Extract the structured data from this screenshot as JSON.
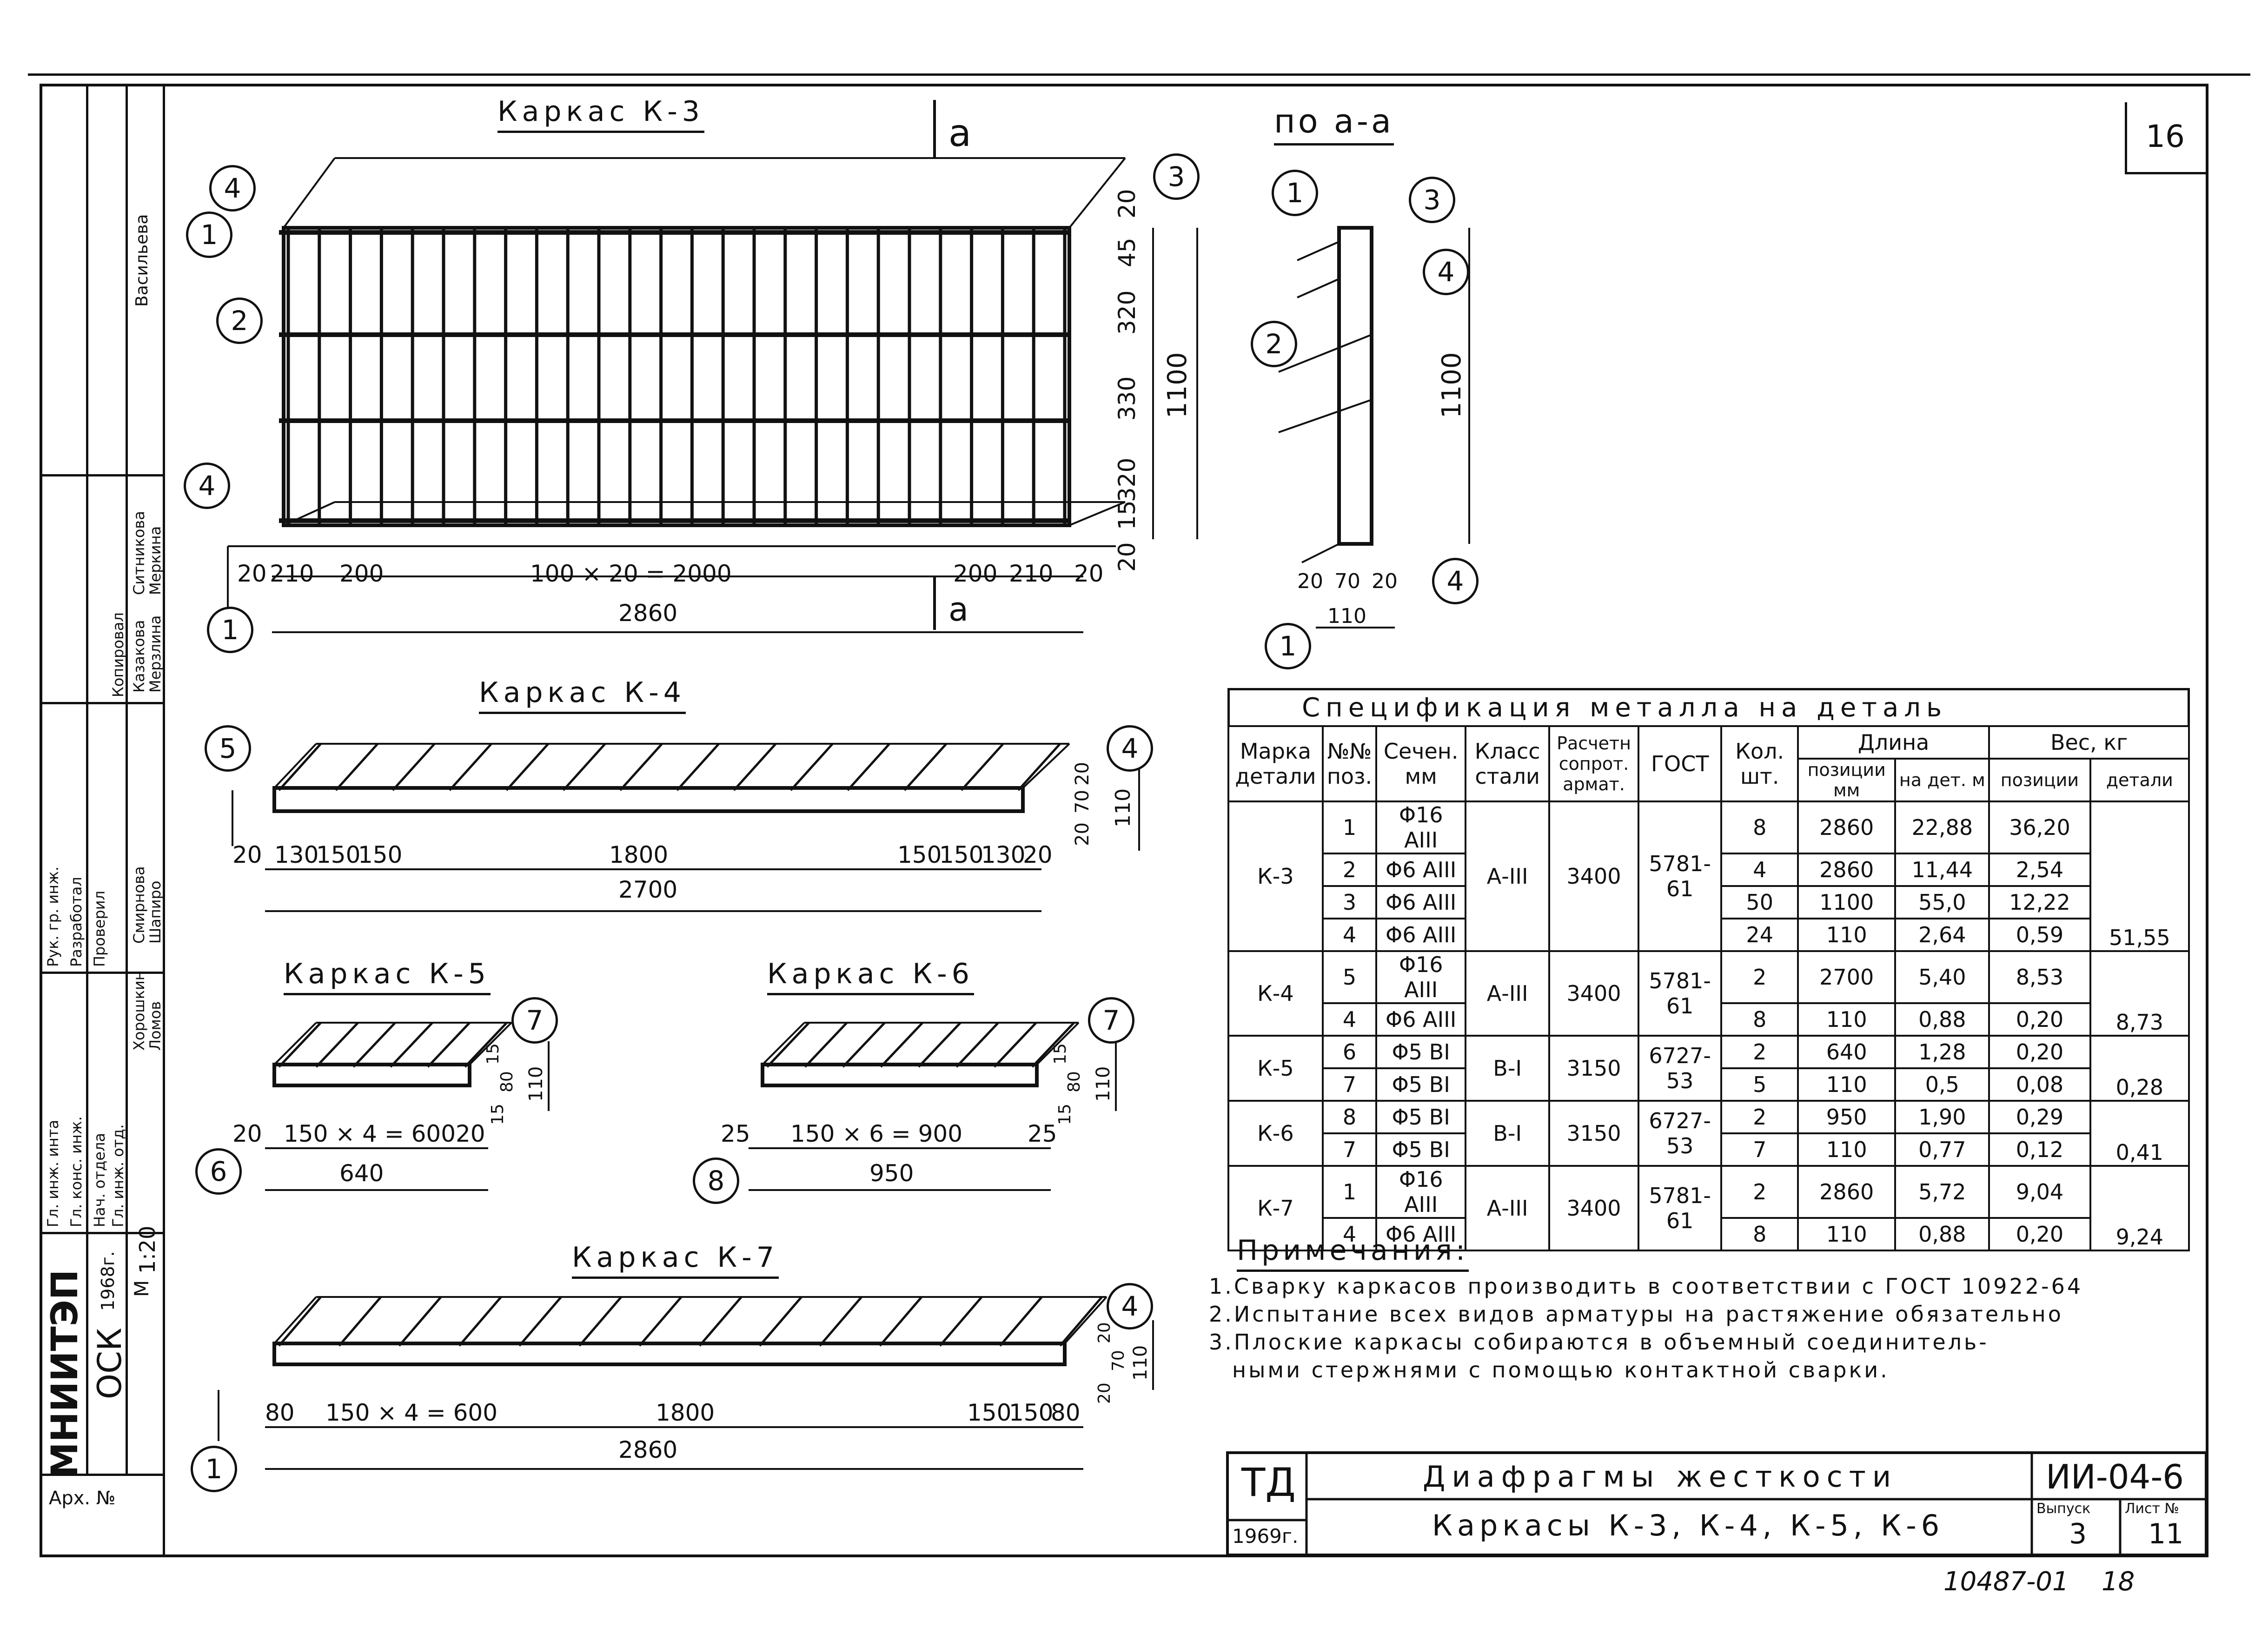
{
  "sheet_number": "16",
  "footer_code": "10487-01",
  "footer_page": "18",
  "k3": {
    "title": "Каркас К-3",
    "section_mark": "a",
    "dims_bottom": [
      "20",
      "210",
      "200",
      "100 × 20 = 2000",
      "200",
      "210",
      "20"
    ],
    "length": "2860",
    "dims_right": [
      "20",
      "45",
      "320",
      "330",
      "320",
      "15",
      "20"
    ],
    "height": "1100",
    "bubbles": [
      "1",
      "2",
      "3",
      "4",
      "4",
      "1"
    ]
  },
  "section": {
    "title": "по а-а",
    "height": "1100",
    "dims_bottom": [
      "20",
      "70",
      "20"
    ],
    "width": "110",
    "bubbles": [
      "1",
      "2",
      "3",
      "4",
      "4",
      "1"
    ]
  },
  "k4": {
    "title": "Каркас К-4",
    "dims_bottom": [
      "20",
      "130",
      "150",
      "150",
      "1800",
      "150",
      "150",
      "130",
      "20"
    ],
    "length": "2700",
    "dims_right": [
      "20",
      "70",
      "20"
    ],
    "height": "110",
    "bubbles": [
      "5",
      "4"
    ]
  },
  "k5": {
    "title": "Каркас К-5",
    "dims_bottom": [
      "20",
      "150 × 4 = 600",
      "20"
    ],
    "length": "640",
    "dims_right": [
      "15",
      "80",
      "15"
    ],
    "height": "110",
    "bubbles": [
      "7",
      "6"
    ]
  },
  "k6": {
    "title": "Каркас К-6",
    "dims_bottom": [
      "25",
      "150 × 6 = 900",
      "25"
    ],
    "length": "950",
    "dims_right": [
      "15",
      "80",
      "15"
    ],
    "height": "110",
    "bubbles": [
      "7",
      "8"
    ]
  },
  "k7": {
    "title": "Каркас К-7",
    "dims_bottom": [
      "80",
      "150 × 4 = 600",
      "1800",
      "150",
      "150",
      "80"
    ],
    "length": "2860",
    "dims_right": [
      "20",
      "70",
      "20"
    ],
    "height": "110",
    "bubbles": [
      "4",
      "1"
    ]
  },
  "spec": {
    "title": "Спецификация металла на деталь",
    "headers": {
      "mark": "Марка детали",
      "pos": "№№ поз.",
      "section": "Сечен. мм",
      "steel_class": "Класс стали",
      "resist": "Расчетн сопрот. армат.",
      "gost": "ГОСТ",
      "qty": "Кол. шт.",
      "length": "Длина",
      "length_pos": "позиции мм",
      "length_det": "на дет. м",
      "weight": "Вес, кг",
      "weight_pos": "позиции",
      "weight_det": "детали"
    },
    "groups": [
      {
        "mark": "К-3",
        "steel": "А-III",
        "resist": "3400",
        "gost": "5781-61",
        "total": "51,55",
        "rows": [
          {
            "pos": "1",
            "sec": "Φ16 АIII",
            "qty": "8",
            "len": "2860",
            "len_det": "22,88",
            "w": "36,20"
          },
          {
            "pos": "2",
            "sec": "Φ6 АIII",
            "qty": "4",
            "len": "2860",
            "len_det": "11,44",
            "w": "2,54"
          },
          {
            "pos": "3",
            "sec": "Φ6 АIII",
            "qty": "50",
            "len": "1100",
            "len_det": "55,0",
            "w": "12,22"
          },
          {
            "pos": "4",
            "sec": "Φ6 АIII",
            "qty": "24",
            "len": "110",
            "len_det": "2,64",
            "w": "0,59"
          }
        ]
      },
      {
        "mark": "К-4",
        "steel": "А-III",
        "resist": "3400",
        "gost": "5781-61",
        "total": "8,73",
        "rows": [
          {
            "pos": "5",
            "sec": "Φ16 АIII",
            "qty": "2",
            "len": "2700",
            "len_det": "5,40",
            "w": "8,53"
          },
          {
            "pos": "4",
            "sec": "Φ6 АIII",
            "qty": "8",
            "len": "110",
            "len_det": "0,88",
            "w": "0,20"
          }
        ]
      },
      {
        "mark": "К-5",
        "steel": "В-I",
        "resist": "3150",
        "gost": "6727-53",
        "total": "0,28",
        "rows": [
          {
            "pos": "6",
            "sec": "Φ5 ВI",
            "qty": "2",
            "len": "640",
            "len_det": "1,28",
            "w": "0,20"
          },
          {
            "pos": "7",
            "sec": "Φ5 ВI",
            "qty": "5",
            "len": "110",
            "len_det": "0,5",
            "w": "0,08"
          }
        ]
      },
      {
        "mark": "К-6",
        "steel": "В-I",
        "resist": "3150",
        "gost": "6727-53",
        "total": "0,41",
        "rows": [
          {
            "pos": "8",
            "sec": "Φ5 ВI",
            "qty": "2",
            "len": "950",
            "len_det": "1,90",
            "w": "0,29"
          },
          {
            "pos": "7",
            "sec": "Φ5 ВI",
            "qty": "7",
            "len": "110",
            "len_det": "0,77",
            "w": "0,12"
          }
        ]
      },
      {
        "mark": "К-7",
        "steel": "А-III",
        "resist": "3400",
        "gost": "5781-61",
        "total": "9,24",
        "rows": [
          {
            "pos": "1",
            "sec": "Φ16 АIII",
            "qty": "2",
            "len": "2860",
            "len_det": "5,72",
            "w": "9,04"
          },
          {
            "pos": "4",
            "sec": "Φ6 АIII",
            "qty": "8",
            "len": "110",
            "len_det": "0,88",
            "w": "0,20"
          }
        ]
      }
    ]
  },
  "notes": {
    "title": "Примечания:",
    "items": [
      "1.Сварку каркасов производить в соответствии с ГОСТ 10922-64",
      "2.Испытание всех видов арматуры на растяжение обязательно",
      "3.Плоские каркасы собираются в объемный соединитель-",
      "ными стержнями с помощью контактной сварки."
    ]
  },
  "title_block": {
    "td": "ТД",
    "year": "1969г.",
    "line1": "Диафрагмы жесткости",
    "line2": "Каркасы К-3, К-4, К-5, К-6",
    "series": "ИИ-04-6",
    "vypusk_label": "Выпуск",
    "list_label": "Лист №",
    "vypusk": "3",
    "list": "11"
  },
  "stamp": {
    "org": "МНИИТЭП",
    "dept": "ОСК",
    "arch": "Арх. №",
    "year": "1968г.",
    "scale_label": "М",
    "scale": "1:20",
    "roles": [
      "Гл. инж. инта",
      "Гл. конс. инж.",
      "Нач. отдела",
      "Гл. инж. отд.",
      "Рук. гр. инж.",
      "Разработал",
      "Проверил",
      "Копировал"
    ],
    "names": [
      "Хорошкин",
      "Ломов",
      "Смирнова",
      "Шапиро",
      "Казакова",
      "Мерзлина",
      "Ситникова",
      "Меркина",
      "Васильева"
    ]
  }
}
